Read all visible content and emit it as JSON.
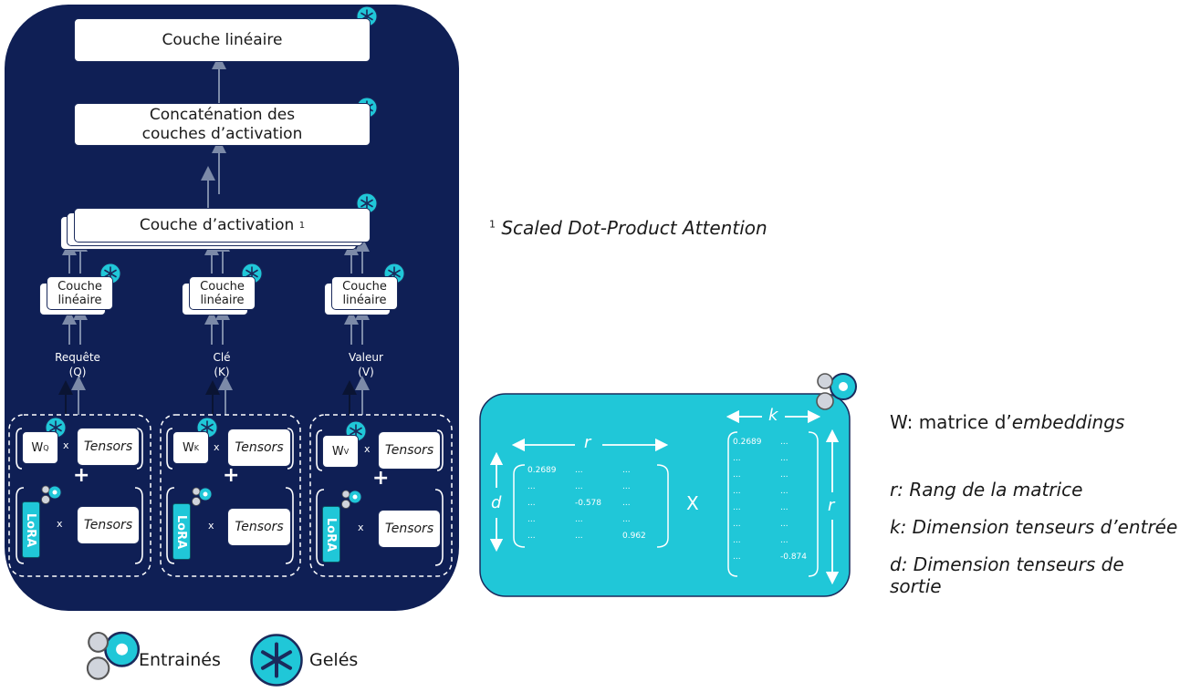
{
  "colors": {
    "panel": "#0f1f55",
    "cyan": "#20c7d8",
    "arrow": "#7c8aa8"
  },
  "layers": {
    "linear_top": "Couche linéaire",
    "concat_line1": "Concaténation des",
    "concat_line2": "couches d’activation",
    "activation": "Couche d’activation",
    "activation_sup": "1",
    "linear_small_line1": "Couche",
    "linear_small_line2": "linéaire"
  },
  "inputs": [
    {
      "label1": "Requête",
      "label2": "(Q)",
      "w": "W",
      "w_sub": "Q"
    },
    {
      "label1": "Clé",
      "label2": "(K)",
      "w": "W",
      "w_sub": "K"
    },
    {
      "label1": "Valeur",
      "label2": "(V)",
      "w": "W",
      "w_sub": "V"
    }
  ],
  "ops": {
    "times": "x",
    "plus": "+",
    "tensors": "Tensors",
    "lora": "LoRA"
  },
  "footnote": {
    "sup": "1",
    "text": "Scaled Dot-Product Attention"
  },
  "matrix": {
    "r": "r",
    "k": "k",
    "d": "d",
    "times": "X",
    "left": [
      [
        "0.2689",
        "...",
        "..."
      ],
      [
        "...",
        "...",
        "..."
      ],
      [
        "...",
        "-0.578",
        "..."
      ],
      [
        "...",
        "...",
        "..."
      ],
      [
        "...",
        "...",
        "0.962"
      ]
    ],
    "right": [
      [
        "0.2689",
        "..."
      ],
      [
        "...",
        "..."
      ],
      [
        "...",
        "..."
      ],
      [
        "...",
        "..."
      ],
      [
        "...",
        "..."
      ],
      [
        "...",
        "..."
      ],
      [
        "...",
        "..."
      ],
      [
        "...",
        "-0.874"
      ]
    ]
  },
  "notes": {
    "w_prefix": "W: matrice d’",
    "w_italic": "embeddings",
    "r": "r: Rang de la matrice",
    "k": "k: Dimension tenseurs d’entrée",
    "d": "d: Dimension tenseurs de sortie"
  },
  "legend": {
    "trained": "Entrainés",
    "frozen": "Gelés"
  }
}
